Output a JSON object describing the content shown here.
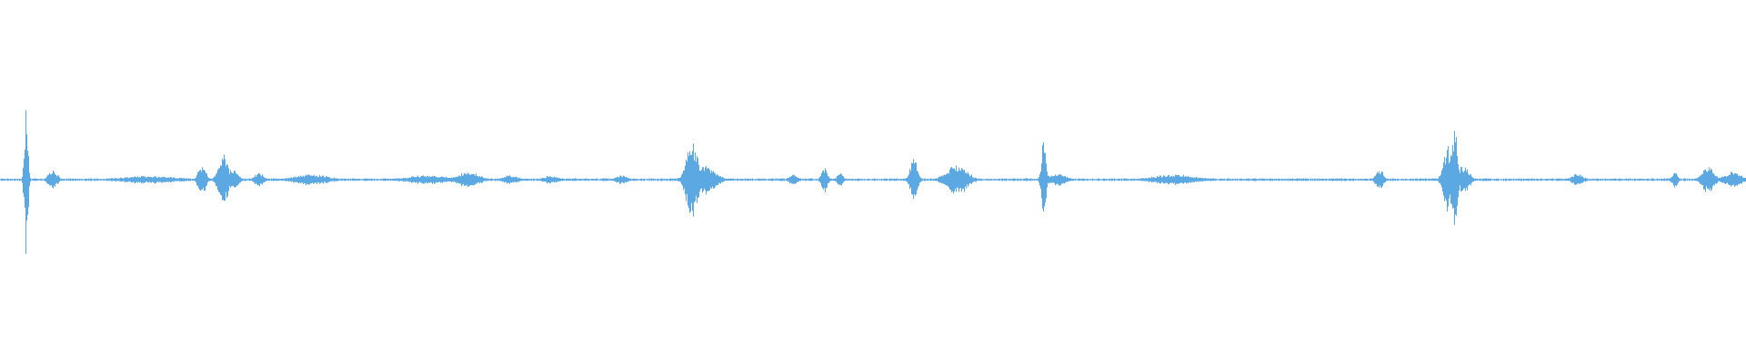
{
  "waveform": {
    "color": "#5ba8e3",
    "background": "#ffffff",
    "baseline_amplitude": 0.012,
    "events": [
      {
        "t": 0.0148,
        "amp": 1.0,
        "width": 0.0012
      },
      {
        "t": 0.03,
        "amp": 0.14,
        "width": 0.003
      },
      {
        "t": 0.085,
        "amp": 0.05,
        "width": 0.02
      },
      {
        "t": 0.1155,
        "amp": 0.22,
        "width": 0.0025
      },
      {
        "t": 0.128,
        "amp": 0.32,
        "width": 0.0035
      },
      {
        "t": 0.134,
        "amp": 0.14,
        "width": 0.003
      },
      {
        "t": 0.148,
        "amp": 0.1,
        "width": 0.003
      },
      {
        "t": 0.178,
        "amp": 0.07,
        "width": 0.012
      },
      {
        "t": 0.245,
        "amp": 0.06,
        "width": 0.015
      },
      {
        "t": 0.268,
        "amp": 0.1,
        "width": 0.008
      },
      {
        "t": 0.292,
        "amp": 0.06,
        "width": 0.005
      },
      {
        "t": 0.315,
        "amp": 0.05,
        "width": 0.005
      },
      {
        "t": 0.356,
        "amp": 0.06,
        "width": 0.004
      },
      {
        "t": 0.396,
        "amp": 0.48,
        "width": 0.004
      },
      {
        "t": 0.402,
        "amp": 0.2,
        "width": 0.008
      },
      {
        "t": 0.454,
        "amp": 0.07,
        "width": 0.003
      },
      {
        "t": 0.472,
        "amp": 0.18,
        "width": 0.002
      },
      {
        "t": 0.481,
        "amp": 0.1,
        "width": 0.002
      },
      {
        "t": 0.523,
        "amp": 0.28,
        "width": 0.0025
      },
      {
        "t": 0.548,
        "amp": 0.2,
        "width": 0.007
      },
      {
        "t": 0.5975,
        "amp": 0.55,
        "width": 0.0015
      },
      {
        "t": 0.605,
        "amp": 0.08,
        "width": 0.006
      },
      {
        "t": 0.672,
        "amp": 0.07,
        "width": 0.015
      },
      {
        "t": 0.79,
        "amp": 0.14,
        "width": 0.0025
      },
      {
        "t": 0.829,
        "amp": 0.42,
        "width": 0.003
      },
      {
        "t": 0.833,
        "amp": 0.62,
        "width": 0.002
      },
      {
        "t": 0.838,
        "amp": 0.18,
        "width": 0.004
      },
      {
        "t": 0.903,
        "amp": 0.08,
        "width": 0.004
      },
      {
        "t": 0.959,
        "amp": 0.1,
        "width": 0.002
      },
      {
        "t": 0.978,
        "amp": 0.18,
        "width": 0.004
      },
      {
        "t": 0.992,
        "amp": 0.1,
        "width": 0.006
      }
    ]
  }
}
